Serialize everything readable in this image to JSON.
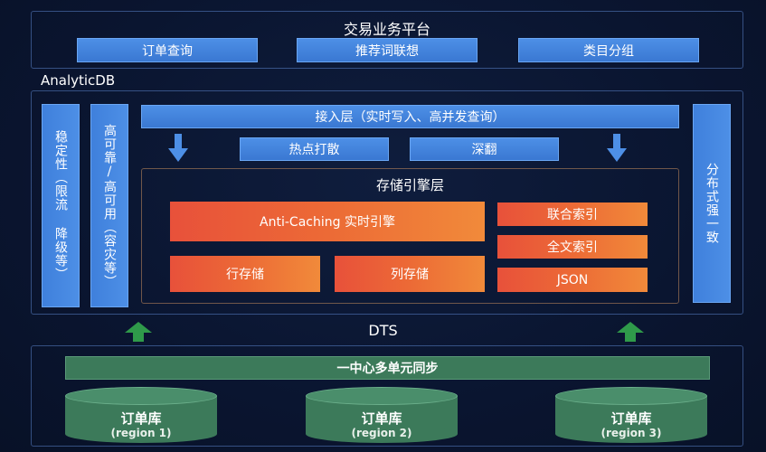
{
  "top_platform": {
    "title": "交易业务平台",
    "boxes": [
      "订单查询",
      "推荐词联想",
      "类目分组"
    ]
  },
  "analyticdb": {
    "label": "AnalyticDB",
    "left_pillars": [
      "稳定性（限流 降级等）",
      "高可靠/高可用（容灾等）"
    ],
    "right_pillar": "分布式强一致",
    "access_layer": "接入层（实时写入、高并发查询）",
    "access_subs": [
      "热点打散",
      "深翻"
    ],
    "storage": {
      "title": "存储引擎层",
      "anti_caching": "Anti-Caching 实时引擎",
      "row_store": "行存储",
      "column_store": "列存储",
      "right_items": [
        "联合索引",
        "全文索引",
        "JSON"
      ]
    }
  },
  "dts": {
    "label": "DTS",
    "sync_bar": "一中心多单元同步",
    "databases": [
      {
        "name": "订单库",
        "region": "(region 1)"
      },
      {
        "name": "订单库",
        "region": "(region 2)"
      },
      {
        "name": "订单库",
        "region": "(region 3)"
      }
    ]
  },
  "colors": {
    "background": "#0a1530",
    "blue_box": "#4688e2",
    "orange_gradient_start": "#e8513a",
    "orange_gradient_end": "#f18a3a",
    "green": "#3c7a5a",
    "arrow_green": "#2f9a4a"
  },
  "icons": [
    "down-arrow-icon",
    "up-arrow-icon"
  ]
}
